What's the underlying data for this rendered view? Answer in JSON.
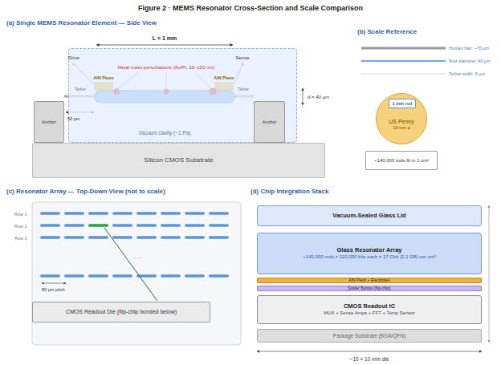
{
  "diagram": {
    "title": "Figure 2 · MEMS Resonator Cross-Section and Scale Comparison",
    "nodes": [
      {
        "text": [
          "Vacuum cavity (~1 Pa)"
        ]
      },
      {
        "text": [
          "Anchor"
        ]
      },
      {
        "text": [
          "Anchor"
        ]
      },
      {
        "text": [
          "Silicon CMOS Substrate"
        ]
      },
      {
        "text": [
          "US Penny",
          "19 mm ⌀"
        ]
      },
      {
        "text": [
          "1 mm rod"
        ],
        "in": 4
      },
      {
        "text": [
          "~140,000 rods fit in 1 cm²"
        ]
      },
      {
        "text": [
          "CMOS Readout Die (flip-chip bonded below)"
        ]
      },
      {
        "text": [
          "Vacuum-Sealed Glass Lid"
        ]
      },
      {
        "text": [
          "Glass Resonator Array",
          "~140,000 rods × 120,000 bits each = 17 Gbit (2.1 GB) per cm²"
        ]
      },
      {
        "text": [
          "AlN Piezo + Electrodes"
        ]
      },
      {
        "text": [
          "Solder Bumps (flip-chip)"
        ]
      },
      {
        "text": [
          "CMOS Readout IC",
          "MUX + Sense Amps + FFT + Temp Sensor"
        ]
      },
      {
        "text": [
          "Package Substrate (BGA/QFN)"
        ]
      }
    ],
    "labels": [
      "(a) Single MEMS Resonator Element — Side View",
      "L = 1 mm",
      "Drive",
      "Sense",
      "Metal mass perturbations (Au/Pt, 10–100 nm)",
      "AlN Piezo",
      "AlN Piezo",
      "Tether",
      "Tether",
      "d = 40 µm",
      "50 µm",
      "(b) Scale Reference",
      "Human hair: ~70 µm",
      "Rod diameter: 40 µm",
      "Tether width: 5 µm",
      "(c) Resonator Array — Top-Down View (not to scale)",
      "Row 1",
      "Row 2",
      "Row 3",
      "· · ·",
      "80 µm pitch",
      "(d) Chip Integration Stack",
      "~10 × 10 mm die"
    ]
  }
}
